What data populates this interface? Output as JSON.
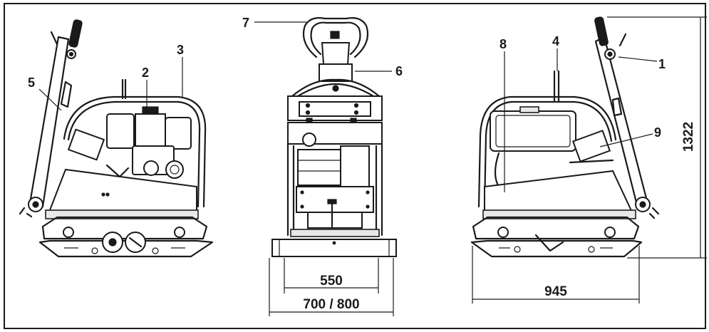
{
  "callouts": {
    "c1": "1",
    "c2": "2",
    "c3": "3",
    "c4": "4",
    "c5": "5",
    "c6": "6",
    "c7": "7",
    "c8": "8",
    "c9": "9"
  },
  "dimensions": {
    "plate_width": "550",
    "base_width": "700 / 800",
    "machine_length": "945",
    "machine_height": "1322"
  }
}
